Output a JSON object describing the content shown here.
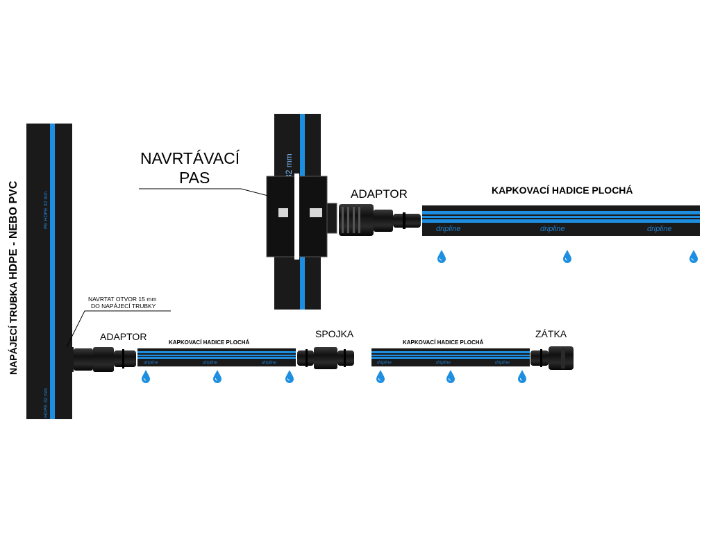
{
  "labels": {
    "main_pipe_vertical_1": "NAPÁJECÍ TRUBKA ",
    "main_pipe_vertical_2": "HDPE - NEBO PVC",
    "pipe_print_upper": "PE HDPE 32 mm",
    "pipe_print_lower": "HDPE 32 mm",
    "drill_band_line1": "NAVRTÁVACÍ",
    "drill_band_line2": "PAS",
    "pipe_size_32": "32 mm",
    "adaptor_top": "ADAPTOR",
    "drip_hose_top": "KAPKOVACÍ HADICE PLOCHÁ",
    "dripline_brand": "dripline",
    "drill_hole_line1": "NAVRTAT OTVOR 15 mm",
    "drill_hole_line2": "DO NAPÁJECÍ TRUBKY",
    "adaptor_bottom": "ADAPTOR",
    "drip_hose_bottom_1": "KAPKOVACÍ HADICE PLOCHÁ",
    "coupler": "SPOJKA",
    "drip_hose_bottom_2": "KAPKOVACÍ HADICE PLOCHÁ",
    "end_cap": "ZÁTKA"
  },
  "colors": {
    "pipe": "#1a1a1a",
    "stripe": "#1e8fe0",
    "drop": "#1e8fe0",
    "fitting": "#101010"
  }
}
